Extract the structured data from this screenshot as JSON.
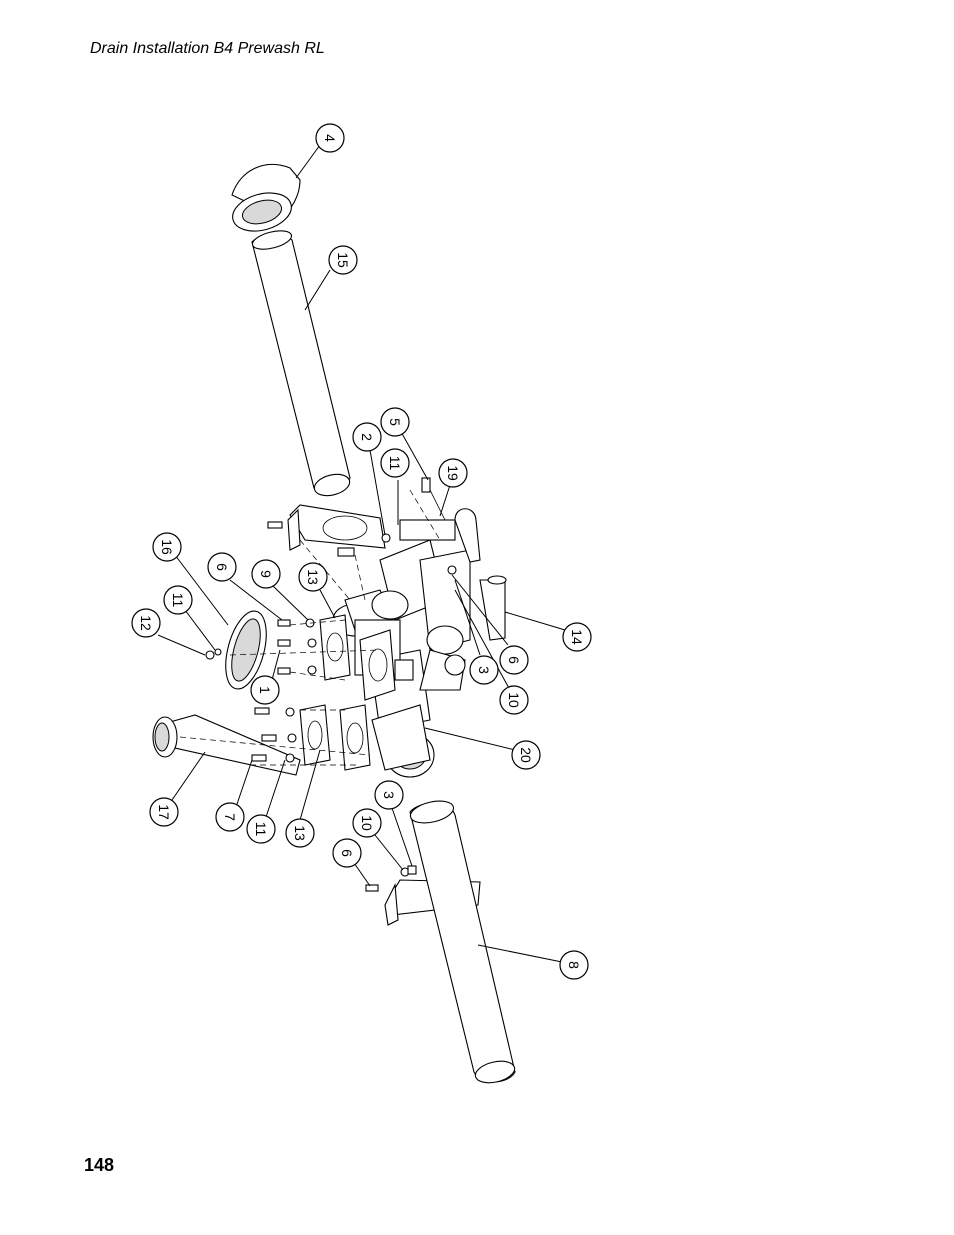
{
  "header": {
    "title": "Drain Installation B4 Prewash RL"
  },
  "footer": {
    "page_number": "148"
  },
  "callouts": [
    "4",
    "15",
    "2",
    "5",
    "11",
    "19",
    "16",
    "6",
    "9",
    "13",
    "11",
    "12",
    "1",
    "14",
    "3",
    "6",
    "10",
    "20",
    "17",
    "7",
    "11",
    "13",
    "3",
    "10",
    "6",
    "8"
  ]
}
